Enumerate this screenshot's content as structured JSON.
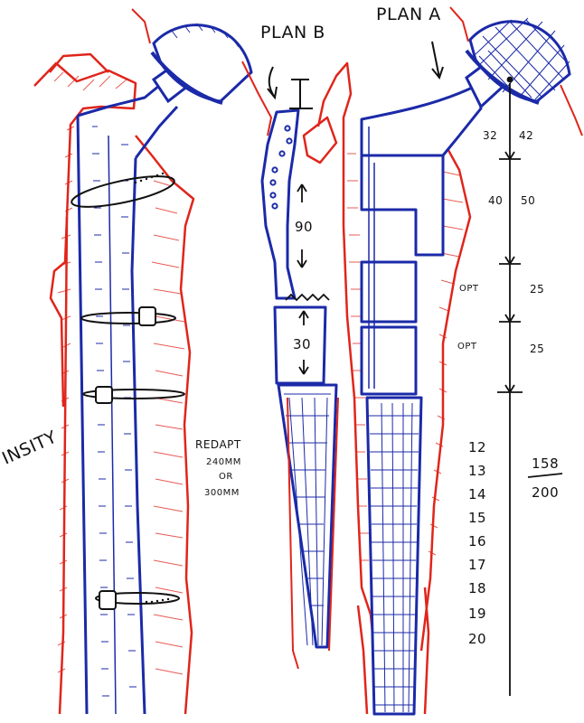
{
  "colors": {
    "bone": "#e0251b",
    "implant": "#1b2aa8",
    "ink": "#111111"
  },
  "labels": {
    "plan_b": "PLAN B",
    "plan_a": "PLAN A",
    "insity": "INSITY",
    "redapt": "REDAPT",
    "redapt_sizes": [
      "240MM",
      "OR",
      "300MM"
    ]
  },
  "plan_b_dims": {
    "upper": "90",
    "lower": "30"
  },
  "plan_a_dims": {
    "neck": [
      "32",
      "42"
    ],
    "body": [
      "40",
      "50"
    ],
    "segment1": [
      "OPT",
      "25"
    ],
    "segment2": [
      "OPT",
      "25"
    ]
  },
  "stem_diameters": [
    "12",
    "13",
    "14",
    "15",
    "16",
    "17",
    "18",
    "19",
    "20"
  ],
  "stem_lengths": {
    "top": "158",
    "bottom": "200"
  }
}
